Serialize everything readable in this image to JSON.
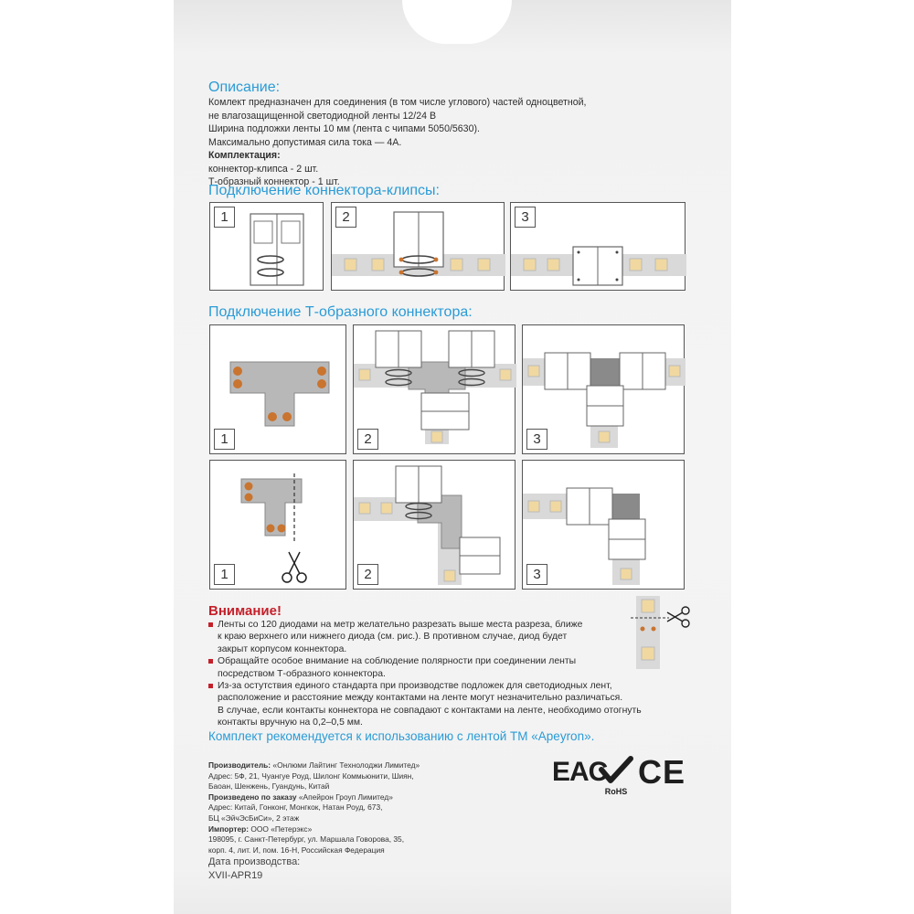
{
  "description": {
    "title": "Описание:",
    "lines": [
      "Комлект предназначен для соединения (в том числе углового) частей одноцветной,",
      "не влагозащищенной светодиодной ленты 12/24 В",
      "Ширина подложки ленты 10 мм (лента с чипами  5050/5630).",
      "Максимально допустимая сила тока — 4А."
    ]
  },
  "kit": {
    "title": "Комплектация:",
    "items": [
      "коннектор-клипса - 2 шт.",
      "Т-образный коннектор - 1 шт."
    ]
  },
  "section_clip": {
    "title": "Подключение коннектора-клипсы:",
    "steps": [
      "1",
      "2",
      "3"
    ]
  },
  "section_t": {
    "title": "Подключение Т-образного коннектора:",
    "row1_steps": [
      "1",
      "2",
      "3"
    ],
    "row2_steps": [
      "1",
      "2",
      "3"
    ]
  },
  "attention": {
    "title": "Внимание!",
    "bullets": [
      [
        "Ленты со 120 диодами на метр желательно разрезать выше места разреза, ближе",
        "к краю верхнего или нижнего диода (см. рис.). В противном случае, диод будет",
        "закрыт корпусом коннектора."
      ],
      [
        "Обращайте особое внимание на соблюдение полярности при соединении ленты",
        "посредством Т-образного коннектора."
      ],
      [
        "Из-за остутствия единого стандарта при производстве подложек для светодиодных лент,",
        "расположение и расстояние между контактами на ленте могут незначительно различаться.",
        "В случае, если контакты коннектора не совпадают с контактами на ленте, необходимо отогнуть",
        "контакты вручную на 0,2–0,5 мм."
      ]
    ]
  },
  "recommend": "Комплект рекомендуется к использованию с лентой ТМ «Apeyron».",
  "producer": {
    "l1_label": "Производитель:",
    "l1_value": " «Онлюми Лайтинг Технолоджи Лимитед»",
    "l2": "Адрес: 5Ф, 21, Чуангуе Роуд, Шилонг Коммьюнити, Шиян,",
    "l3": "Баоан, Шенжень, Гуандунь, Китай",
    "l4_label": "Произведено по заказу",
    "l4_value": " «Апейрон Гроуп Лимитед»",
    "l5": "Адрес: Китай, Гонконг, Монгкок, Натан Роуд, 673,",
    "l6": "БЦ «ЭйчЭсБиСи», 2 этаж",
    "l7_label": "Импортер:",
    "l7_value": " ООО «Петерэкс»",
    "l8": "198095, г. Санкт-Петербург, ул. Маршала Говорова, 35,",
    "l9": "корп. 4, лит. И, пом. 16-Н, Российская Федерация"
  },
  "production": {
    "label": "Дата производства:",
    "value": "XVII-APR19"
  },
  "marks": {
    "eac": "EAC",
    "rohs": "RoHS",
    "ce": "CE"
  },
  "colors": {
    "heading_blue": "#2a9bd6",
    "attention_red": "#c4202a",
    "diode": "#f0d8a0",
    "contact": "#c9742f"
  }
}
